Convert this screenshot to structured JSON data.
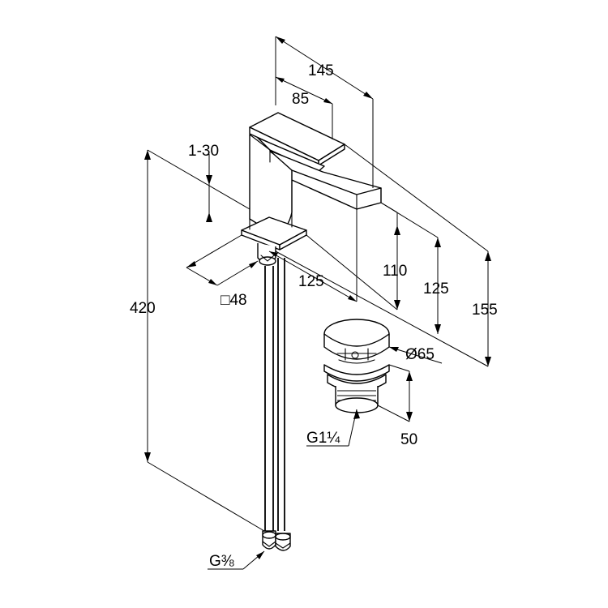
{
  "dimensions": {
    "width_145": "145",
    "width_85": "85",
    "adjust_1_30": "1-30",
    "height_420": "420",
    "reach_125": "125",
    "square_48": "□48",
    "height_110": "110",
    "height_125": "125",
    "height_155": "155",
    "diameter_65": "Ø65",
    "waste_50": "50",
    "thread_waste": "G1¼",
    "thread_supply": "G⅜"
  },
  "colors": {
    "line": "#000000",
    "background": "#ffffff"
  }
}
